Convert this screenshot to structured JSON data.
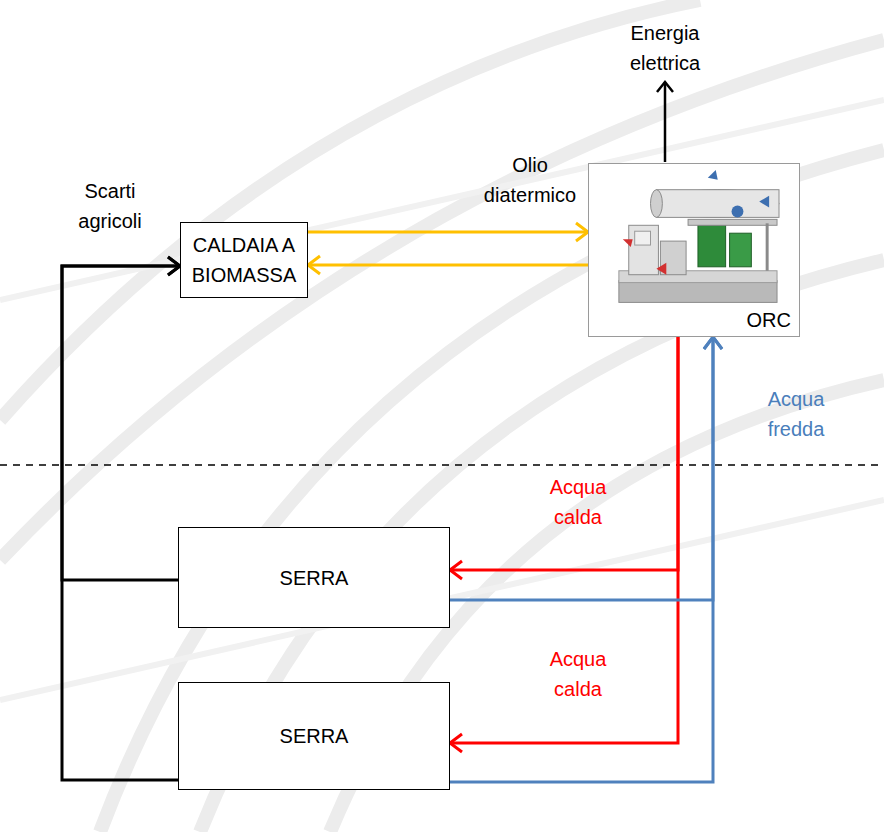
{
  "diagram": {
    "nodes": [
      {
        "text": [
          "CALDAIA A BIOMASSA"
        ]
      },
      {
        "text": [
          "ORC"
        ]
      },
      {
        "text": [
          "SERRA"
        ]
      },
      {
        "text": [
          "SERRA"
        ]
      }
    ],
    "edges": [
      {
        "from": 0,
        "to": 1,
        "arrow": "to",
        "label": "Olio diatermico"
      },
      {
        "from": 1,
        "to": 0,
        "arrow": "to"
      },
      {
        "from": 2,
        "to": 0,
        "arrow": "to",
        "label": "Scarti agricoli"
      },
      {
        "from": 3,
        "to": 0,
        "arrow": "to"
      },
      {
        "from": 1,
        "to": 2,
        "arrow": "to",
        "label": "Acqua calda"
      },
      {
        "from": 1,
        "to": 3,
        "arrow": "to",
        "label": "Acqua calda"
      },
      {
        "from": 2,
        "to": 1,
        "arrow": "to",
        "label": "Acqua fredda"
      },
      {
        "from": 3,
        "to": 1,
        "arrow": "to"
      }
    ],
    "labels": [
      "Energia elettrica"
    ]
  }
}
